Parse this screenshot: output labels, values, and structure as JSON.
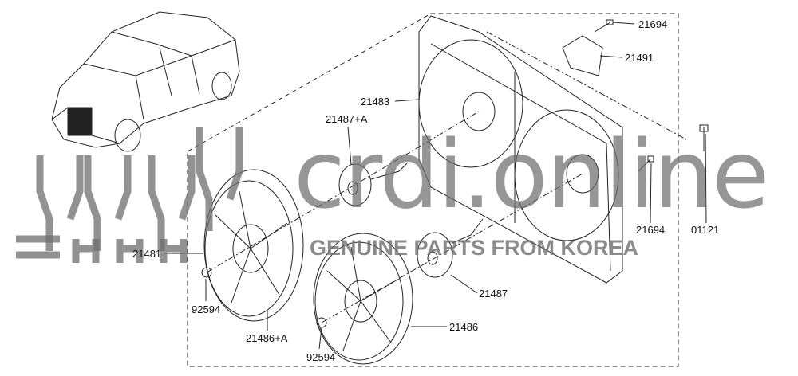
{
  "diagram": {
    "part_labels": {
      "bolt_top": "21694",
      "resistor": "21491",
      "shroud": "21483",
      "motor_a": "21487+A",
      "bolt_right_far": "01121",
      "bolt_right": "21694",
      "fan_a_label": "21481",
      "motor": "21487",
      "nut_left": "92594",
      "fan_a": "21486+A",
      "fan": "21486",
      "nut_bottom": "92594"
    },
    "watermark": {
      "brand": "crdi.online",
      "tagline": "GENUINE PARTS FROM KOREA"
    },
    "colors": {
      "line": "#222222",
      "watermark": "#6e6e6e"
    }
  }
}
